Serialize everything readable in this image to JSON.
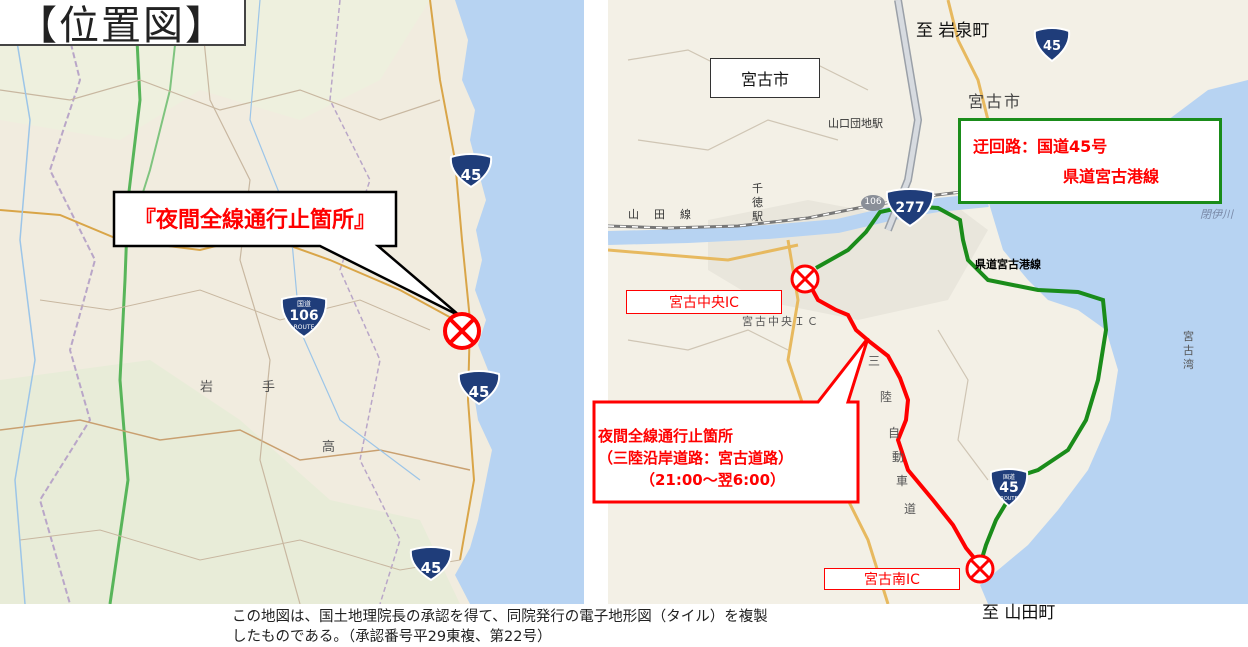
{
  "title": "【位置図】",
  "left_map": {
    "callout": "『夜間全線通行止箇所』",
    "route_shields": [
      {
        "number": "45",
        "header": ""
      },
      {
        "number": "106",
        "header": "国道",
        "sub": "ROUTE"
      },
      {
        "number": "45",
        "header": ""
      },
      {
        "number": "45",
        "header": ""
      }
    ],
    "place_labels": [
      "岩",
      "手",
      "高"
    ]
  },
  "right_map": {
    "dest_top": "至  岩泉町",
    "city_box": "宮古市",
    "city_label": "宮古市",
    "station_label": "山口団地駅",
    "railway_label": "山　田　線",
    "chitose_station": "千徳駅",
    "detour_box": {
      "line1": "迂回路：国道45号",
      "line2": "県道宮古港線"
    },
    "prefectural_road_label": "県道宮古港線",
    "ic_central": "宮古中央IC",
    "ic_central_map": "宮古中央ＩＣ",
    "ic_south": "宮古南IC",
    "closure_callout": {
      "line1": "夜間全線通行止箇所",
      "line2": "（三陸沿岸道路：宮古道路）",
      "line3": "（21:00～翌6:00）"
    },
    "road_chars": [
      "三",
      "陸",
      "自",
      "動",
      "車",
      "道"
    ],
    "bay_label": "宮古湾",
    "river_label": "閉伊川",
    "shields": [
      {
        "number": "45",
        "header": ""
      },
      {
        "number": "277",
        "header": ""
      },
      {
        "number": "106",
        "header": ""
      },
      {
        "number": "45",
        "header": "国道",
        "sub": "ROUTE"
      }
    ],
    "dest_bottom": "至  山田町"
  },
  "footer": {
    "line1": "この地図は、国土地理院長の承認を得て、同院発行の電子地形図（タイル）を複製",
    "line2": "したものである。（承認番号平29東複、第22号）"
  },
  "colors": {
    "closure_red": "#ff0000",
    "detour_green": "#1a8c1a",
    "sea": "#b7d3f2",
    "shield_blue": "#1f3d7a"
  }
}
